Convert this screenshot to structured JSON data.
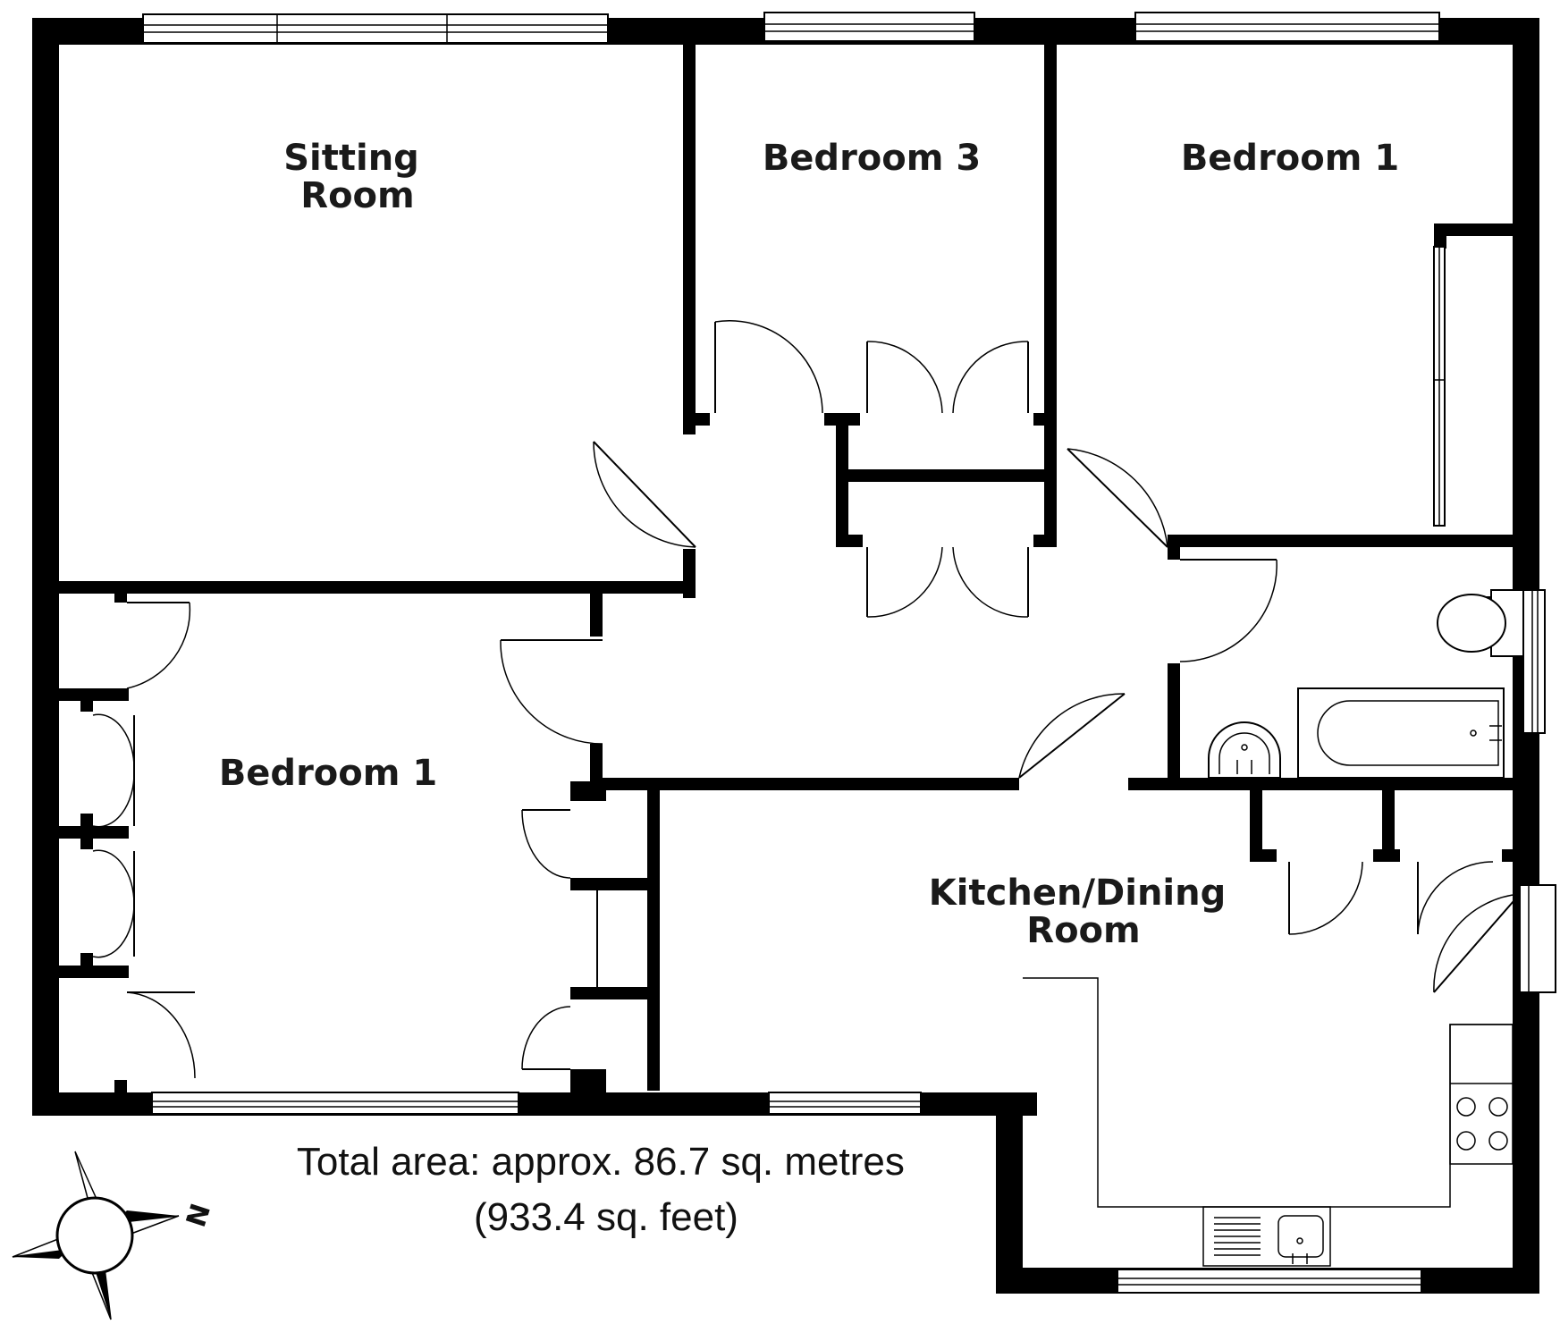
{
  "plan": {
    "rooms": [
      {
        "id": "sitting-room",
        "lines": [
          "Sitting",
          "Room"
        ]
      },
      {
        "id": "bedroom-3",
        "lines": [
          "Bedroom 3"
        ]
      },
      {
        "id": "bedroom-1-top",
        "lines": [
          "Bedroom 1"
        ]
      },
      {
        "id": "bedroom-1-left",
        "lines": [
          "Bedroom 1"
        ]
      },
      {
        "id": "kitchen-dining",
        "lines": [
          "Kitchen/Dining",
          "Room"
        ]
      }
    ],
    "total_area": {
      "line1": "Total area: approx. 86.7 sq. metres",
      "line2": "(933.4 sq. feet)"
    },
    "compass": {
      "label": "N",
      "icon": "compass-rose-icon"
    },
    "colors": {
      "wall": "#000000",
      "background": "#ffffff",
      "text": "#1a1a1a"
    }
  }
}
